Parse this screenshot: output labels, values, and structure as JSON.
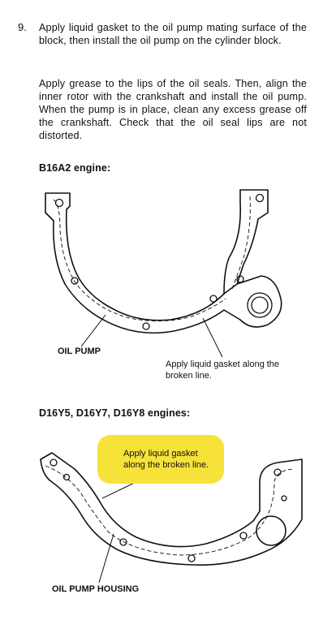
{
  "step": {
    "number": "9.",
    "instruction1": "Apply liquid gasket to the oil pump mating surface of the block, then install the oil pump on the cylinder block.",
    "instruction2": "Apply grease to the lips of the oil seals. Then, align the inner rotor with the crankshaft and install the oil pump. When the pump is in place, clean any excess grease off the crankshaft. Check that the oil seal lips are not distorted."
  },
  "figure1": {
    "heading": "B16A2 engine:",
    "label_oil_pump": "OIL PUMP",
    "callout": "Apply liquid gasket along the broken line."
  },
  "figure2": {
    "heading": "D16Y5, D16Y7, D16Y8 engines:",
    "label_oil_pump_housing": "OIL PUMP HOUSING",
    "callout": "Apply liquid gasket along the broken line.",
    "highlight_color": "#f7e23a"
  }
}
